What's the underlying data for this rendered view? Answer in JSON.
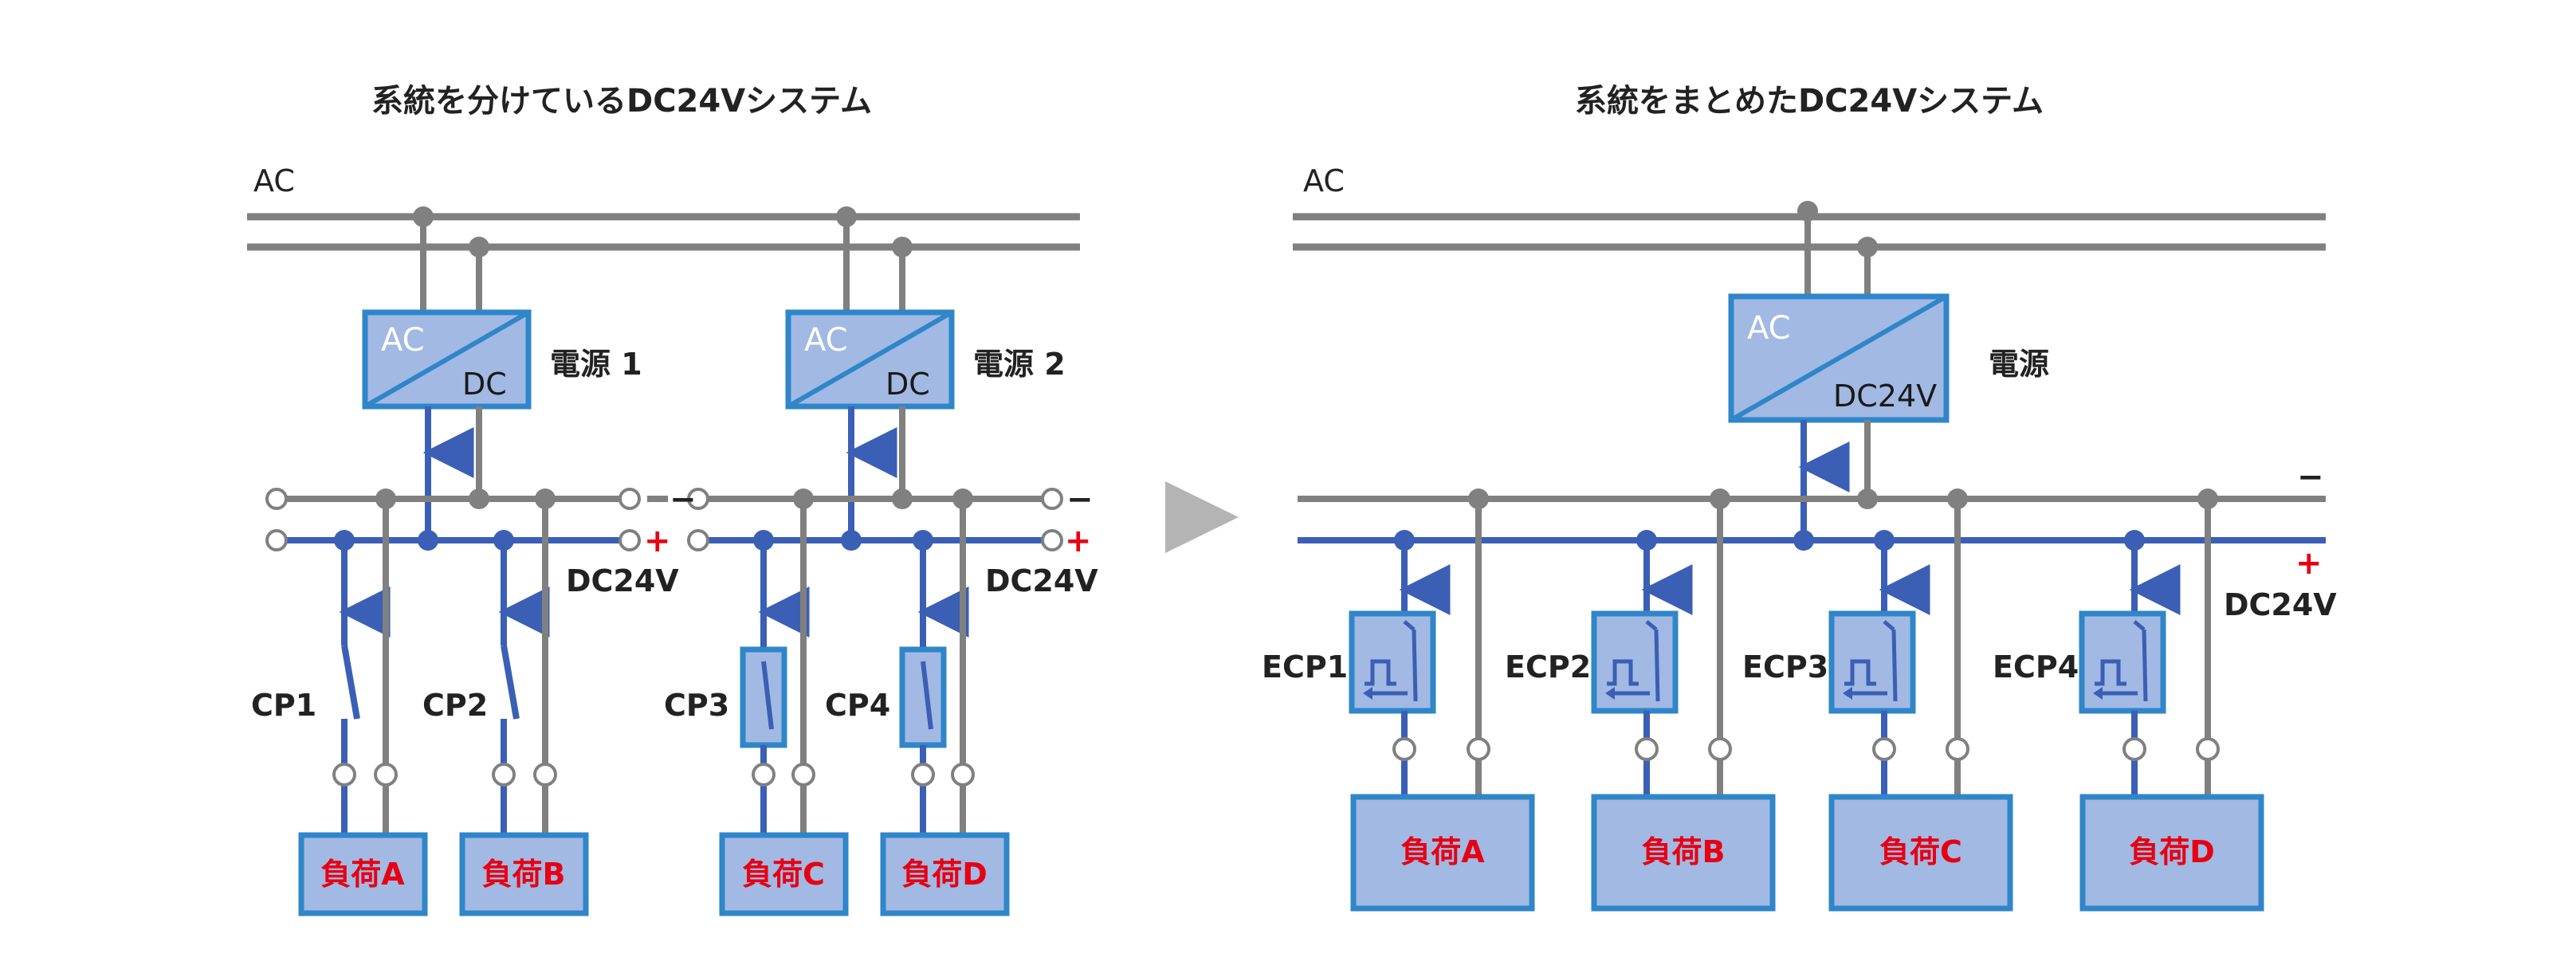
{
  "colors": {
    "gray_wire": "#808080",
    "blue_wire": "#3a5fb5",
    "box_fill": "#a2b9e3",
    "box_stroke": "#2f86c9",
    "load_text": "#e60012",
    "plus_sign": "#e60012",
    "arrow_right": "#b4b4b4"
  },
  "left": {
    "title": "系統を分けているDC24Vシステム",
    "ac_label": "AC",
    "psu1": {
      "in": "AC",
      "out": "DC",
      "label": "電源 1"
    },
    "psu2": {
      "in": "AC",
      "out": "DC",
      "label": "電源 2"
    },
    "dc_label_1": "DC24V",
    "dc_label_2": "DC24V",
    "minus_sign": "−",
    "plus_sign": "+",
    "breakers": [
      "CP1",
      "CP2",
      "CP3",
      "CP4"
    ],
    "loads": [
      "負荷A",
      "負荷B",
      "負荷C",
      "負荷D"
    ]
  },
  "right": {
    "title": "系統をまとめたDC24Vシステム",
    "ac_label": "AC",
    "psu": {
      "in": "AC",
      "out": "DC24V",
      "label": "電源"
    },
    "dc_label": "DC24V",
    "minus_sign": "−",
    "plus_sign": "+",
    "protectors": [
      "ECP1",
      "ECP2",
      "ECP3",
      "ECP4"
    ],
    "loads": [
      "負荷A",
      "負荷B",
      "負荷C",
      "負荷D"
    ]
  },
  "arrow_icon": "play-triangle-icon"
}
